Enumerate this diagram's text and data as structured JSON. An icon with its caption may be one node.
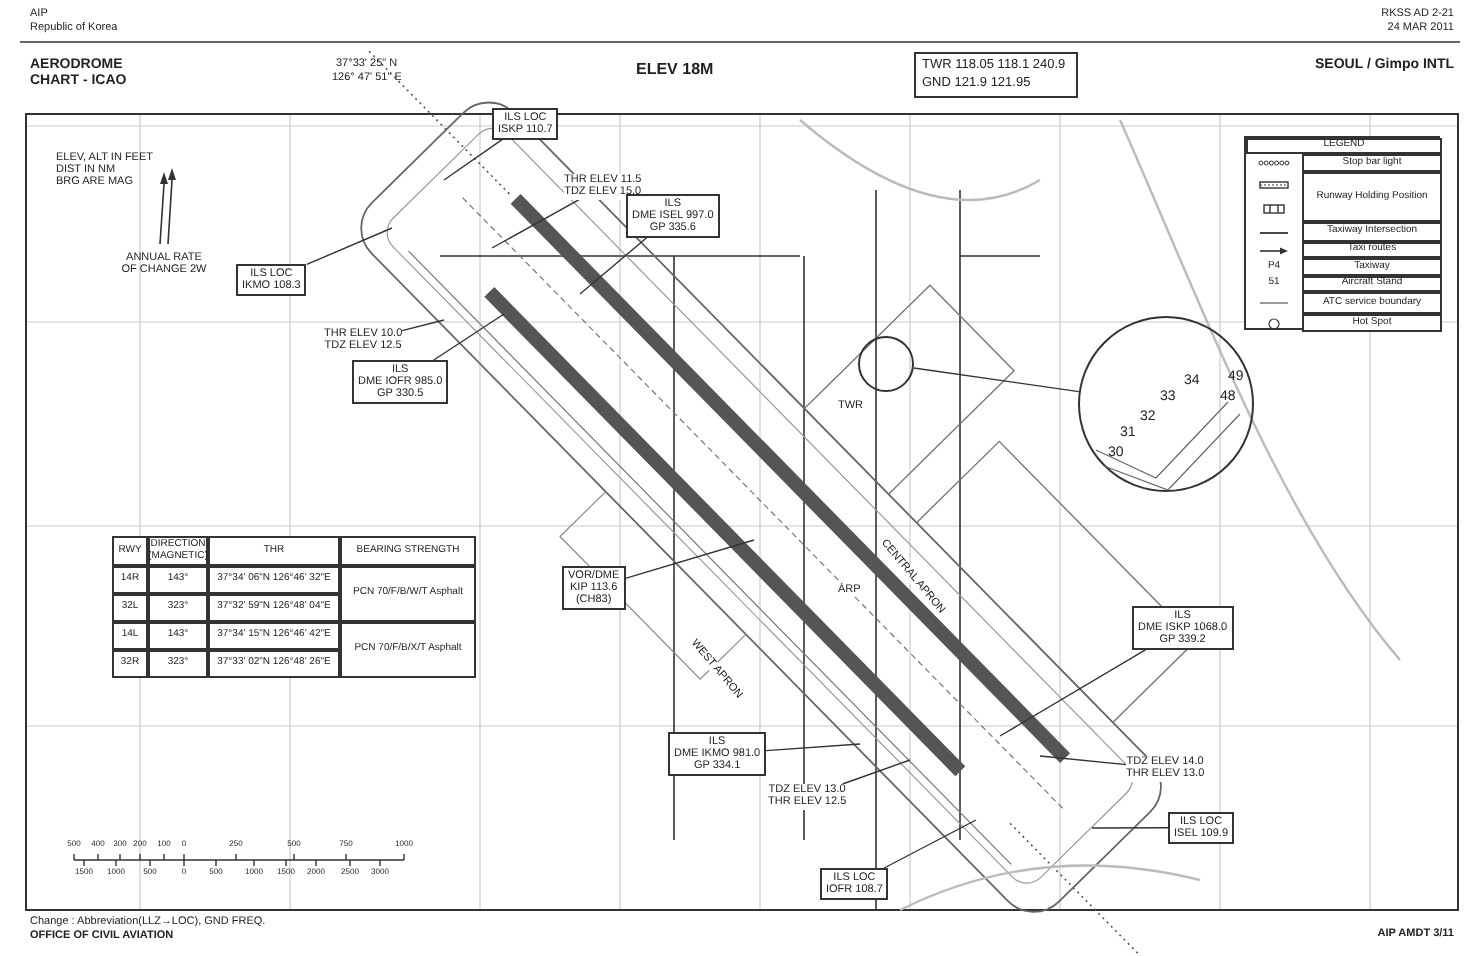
{
  "diagram": {
    "title": "AERODROME CHART - ICAO",
    "nodes": [
      {
        "text": [
          "ILS LOC",
          "ISKP 110.7"
        ]
      },
      {
        "text": [
          "THR ELEV 11.5",
          "TDZ ELEV 15.0"
        ]
      },
      {
        "text": [
          "ILS",
          "DME ISEL 997.0",
          "GP 335.6"
        ]
      },
      {
        "text": [
          "ILS LOC",
          "IKMO 108.3"
        ]
      },
      {
        "text": [
          "THR ELEV 10.0",
          "TDZ ELEV 12.5"
        ]
      },
      {
        "text": [
          "ILS",
          "DME IOFR 985.0",
          "GP 330.5"
        ]
      },
      {
        "text": [
          "VOR/DME",
          "KIP 113.6",
          "(CH83)"
        ]
      },
      {
        "text": [
          "ILS",
          "DME ISKP 1068.0",
          "GP 339.2"
        ]
      },
      {
        "text": [
          "ILS",
          "DME IKMO 981.0",
          "GP 334.1"
        ]
      },
      {
        "text": [
          "TDZ ELEV 13.0",
          "THR ELEV 12.5"
        ]
      },
      {
        "text": [
          "TDZ ELEV 14.0",
          "THR ELEV 13.0"
        ]
      },
      {
        "text": [
          "ILS LOC",
          "ISEL 109.9"
        ]
      },
      {
        "text": [
          "ILS LOC",
          "IOFR 108.7"
        ]
      },
      {
        "text": [],
        "shape": "circle"
      },
      {
        "text": [
          "30",
          "31",
          "32",
          "33",
          "34",
          "49",
          "48"
        ]
      }
    ],
    "edges": [
      {
        "from": 0,
        "to": null,
        "arrow": "none"
      },
      {
        "from": 1,
        "to": null,
        "arrow": "none"
      },
      {
        "from": 2,
        "to": null,
        "arrow": "none"
      },
      {
        "from": 3,
        "to": null,
        "arrow": "none"
      },
      {
        "from": 4,
        "to": null,
        "arrow": "none"
      },
      {
        "from": 5,
        "to": null,
        "arrow": "none"
      },
      {
        "from": 6,
        "to": null,
        "arrow": "none"
      },
      {
        "from": 7,
        "to": null,
        "arrow": "none"
      },
      {
        "from": 8,
        "to": null,
        "arrow": "none"
      },
      {
        "from": 9,
        "to": null,
        "arrow": "none"
      },
      {
        "from": 10,
        "to": null,
        "arrow": "none"
      },
      {
        "from": 11,
        "to": null,
        "arrow": "none"
      },
      {
        "from": 12,
        "to": null,
        "arrow": "none"
      },
      {
        "from": 13,
        "to": 14,
        "arrow": "none"
      }
    ],
    "labels": [
      "AIP",
      "Republic of Korea",
      "RKSS AD 2-21",
      "24 MAR 2011",
      "37°33' 25\" N",
      "126° 47' 51\" E",
      "ELEV 18M",
      "TWR 118.05 118.1 240.9",
      "GND 121.9 121.95",
      "SEOUL / Gimpo INTL",
      "ELEV, ALT IN FEET",
      "DIST IN NM",
      "BRG ARE MAG",
      "ANNUAL RATE OF CHANGE 2W",
      "TWR",
      "CENTRAL APRON",
      "WEST APRON",
      "ARP",
      "LEGEND",
      "P4",
      "51",
      "RWY",
      "DIRECTION (MAGNETIC)",
      "THR",
      "BEARING STRENGTH",
      "14R",
      "143°",
      "37°34' 06\"N 126°46' 32\"E",
      "PCN 70/F/B/W/T Asphalt",
      "32L",
      "323°",
      "37°32' 59\"N 126°48' 04\"E",
      "14L",
      "143°",
      "37°34' 15\"N 126°46' 42\"E",
      "PCN 70/F/B/X/T Asphalt",
      "32R",
      "323°",
      "37°33' 02\"N 126°48' 26\"E",
      "500",
      "400",
      "300",
      "200",
      "100",
      "0",
      "250",
      "500",
      "750",
      "1000",
      "1500",
      "1000",
      "500",
      "0",
      "500",
      "1000",
      "1500",
      "2000",
      "2500",
      "3000",
      "Change : Abbreviation(LLZ→LOC), GND FREQ.",
      "OFFICE OF CIVIL AVIATION",
      "AIP AMDT 3/11"
    ],
    "legend": [
      {
        "text": "Stop bar light"
      },
      {
        "text": "Runway Holding Position"
      },
      {
        "text": "Taxiway Intersection"
      },
      {
        "text": "Taxi routes"
      },
      {
        "text": "Taxiway"
      },
      {
        "text": "Aircraft Stand"
      },
      {
        "text": "ATC service boundary"
      },
      {
        "text": "Hot Spot"
      }
    ]
  }
}
